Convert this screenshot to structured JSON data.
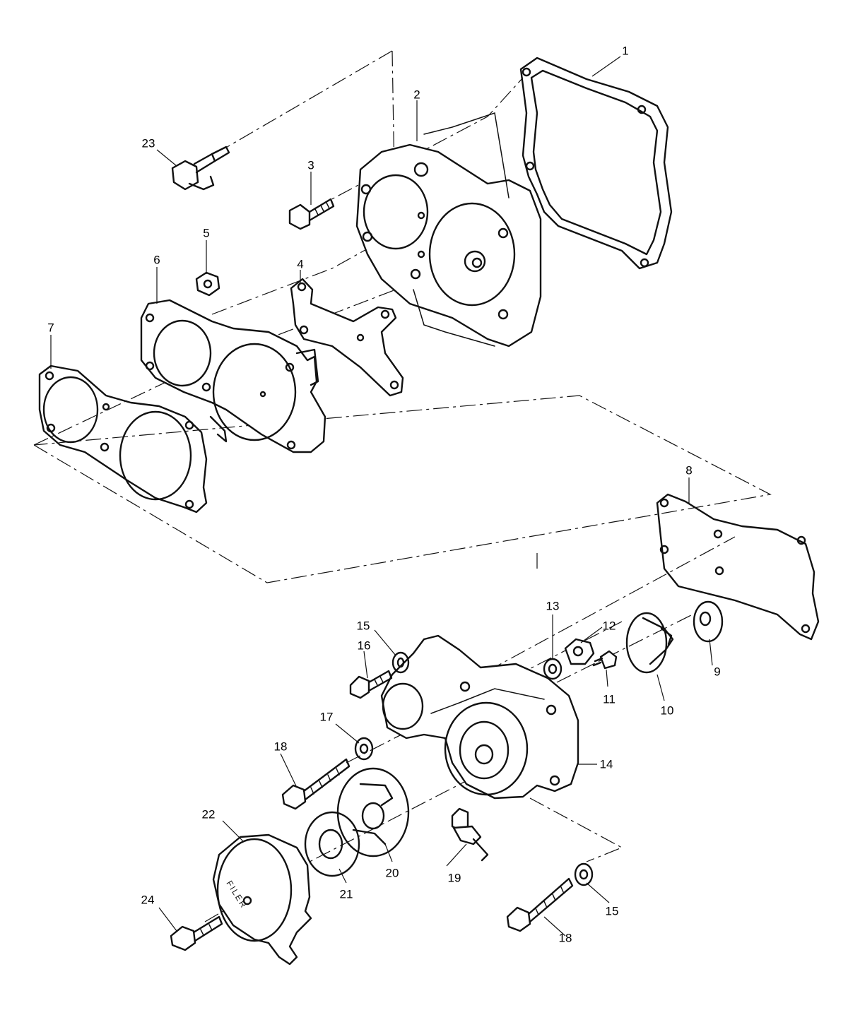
{
  "callouts": [
    {
      "id": "1",
      "text": "1"
    },
    {
      "id": "2",
      "text": "2"
    },
    {
      "id": "3",
      "text": "3"
    },
    {
      "id": "4",
      "text": "4"
    },
    {
      "id": "5",
      "text": "5"
    },
    {
      "id": "6",
      "text": "6"
    },
    {
      "id": "7",
      "text": "7"
    },
    {
      "id": "8",
      "text": "8"
    },
    {
      "id": "9",
      "text": "9"
    },
    {
      "id": "10",
      "text": "10"
    },
    {
      "id": "11",
      "text": "11"
    },
    {
      "id": "12",
      "text": "12"
    },
    {
      "id": "13",
      "text": "13"
    },
    {
      "id": "14",
      "text": "14"
    },
    {
      "id": "15a",
      "text": "15"
    },
    {
      "id": "15b",
      "text": "15"
    },
    {
      "id": "16",
      "text": "16"
    },
    {
      "id": "17",
      "text": "17"
    },
    {
      "id": "18a",
      "text": "18"
    },
    {
      "id": "18b",
      "text": "18"
    },
    {
      "id": "19",
      "text": "19"
    },
    {
      "id": "20",
      "text": "20"
    },
    {
      "id": "21",
      "text": "21"
    },
    {
      "id": "22",
      "text": "22"
    },
    {
      "id": "23",
      "text": "23"
    },
    {
      "id": "24",
      "text": "24"
    }
  ],
  "filter_cover_text": "FILER",
  "line_color": "#111111",
  "background_color": "#ffffff"
}
